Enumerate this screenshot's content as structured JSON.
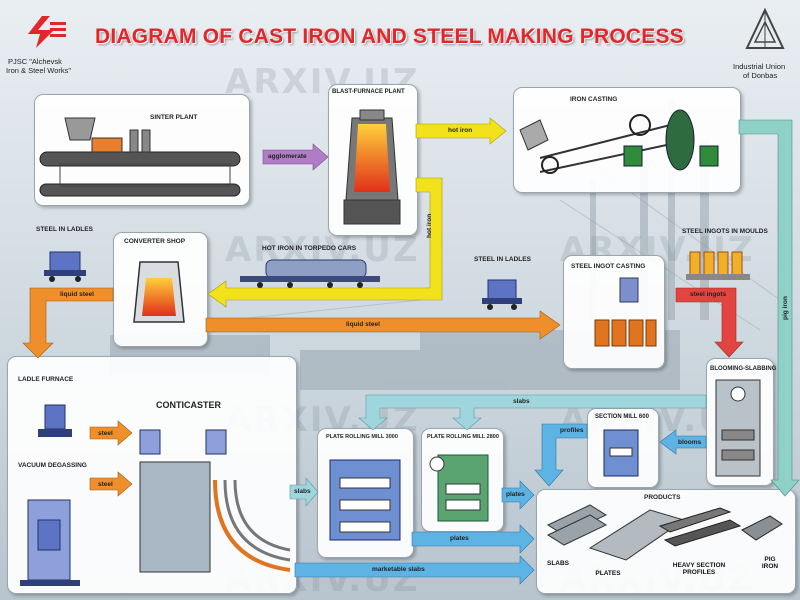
{
  "title": "DIAGRAM OF CAST IRON AND STEEL MAKING PROCESS",
  "company_left": {
    "line1": "PJSC \"Alchevsk",
    "line2": "Iron & Steel Works\""
  },
  "company_right": {
    "line1": "Industrial Union",
    "line2": "of Donbas"
  },
  "watermark": "ARXIV.UZ",
  "stages": {
    "sinter_plant": "SINTER PLANT",
    "blast_furnace": "BLAST-FURNACE PLANT",
    "iron_casting": "IRON CASTING",
    "steel_in_ladles_left": "STEEL IN LADLES",
    "converter_shop": "CONVERTER SHOP",
    "torpedo_cars": "HOT IRON IN TORPEDO CARS",
    "steel_in_ladles_mid": "STEEL IN LADLES",
    "steel_ingots_in_moulds": "STEEL INGOTS IN MOULDS",
    "steel_ingot_casting": "STEEL INGOT CASTING",
    "ladle_furnace": "LADLE FURNACE",
    "vacuum_degassing": "VACUUM DEGASSING",
    "conticaster": "CONTICASTER",
    "plate_mill_3000": "PLATE ROLLING MILL 3000",
    "plate_mill_2800": "PLATE ROLLING MILL 2800",
    "section_mill": "SECTION MILL 600",
    "blooming": "BLOOMING-SLABBING",
    "products": "PRODUCTS"
  },
  "flows": {
    "agglomerate": "agglomerate",
    "hot_iron_top": "hot iron",
    "hot_iron_vertical": "hot iron",
    "liquid_steel_left": "liquid steel",
    "liquid_steel_long": "liquid steel",
    "steel_ingots": "steel ingots",
    "pig_iron": "pig iron",
    "slabs_top": "slabs",
    "blooms": "blooms",
    "profiles": "profiles",
    "steel_ladle": "steel",
    "steel_vacuum": "steel",
    "slabs_conticaster": "slabs",
    "plates_2800": "plates",
    "plates_bottom": "plates",
    "marketable_slabs": "marketable slabs"
  },
  "products": [
    {
      "label": "SLABS"
    },
    {
      "label": "PLATES"
    },
    {
      "label": "HEAVY SECTION PROFILES"
    },
    {
      "label": "PIG IRON"
    }
  ],
  "colors": {
    "title": "#e3262a",
    "agglomerate_arrow": "#b07cc6",
    "hot_iron_arrow": "#f2e21b",
    "liquid_steel_arrow": "#ef8f2c",
    "steel_ingots_arrow": "#e2443f",
    "pig_iron_arrow": "#8fd0c7",
    "slabs_arrow": "#9fd6de",
    "plates_arrow": "#5db3e3"
  }
}
